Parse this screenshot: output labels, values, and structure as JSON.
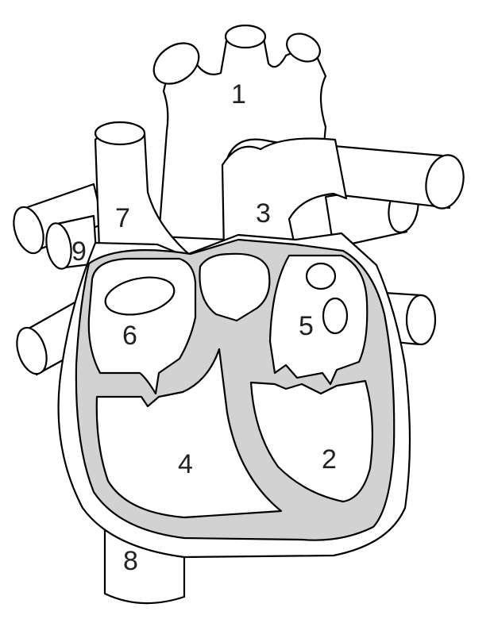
{
  "diagram": {
    "labels": [
      {
        "id": "label-1",
        "text": "1"
      },
      {
        "id": "label-2",
        "text": "2"
      },
      {
        "id": "label-3",
        "text": "3"
      },
      {
        "id": "label-4",
        "text": "4"
      },
      {
        "id": "label-5",
        "text": "5"
      },
      {
        "id": "label-6",
        "text": "6"
      },
      {
        "id": "label-7",
        "text": "7"
      },
      {
        "id": "label-8",
        "text": "8"
      },
      {
        "id": "label-9",
        "text": "9"
      }
    ]
  }
}
